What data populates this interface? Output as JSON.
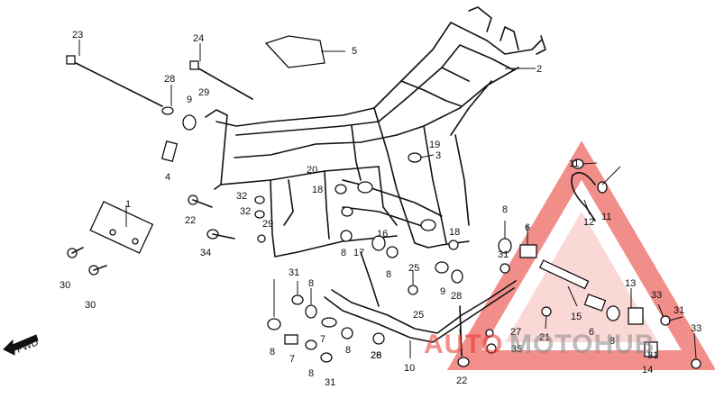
{
  "labels": {
    "p1": "1",
    "p2": "2",
    "p3": "3",
    "p4": "4",
    "p5": "5",
    "p6a": "6",
    "p6b": "6",
    "p7a": "7",
    "p7b": "7",
    "p8a": "8",
    "p8b": "8",
    "p8c": "8",
    "p8d": "8",
    "p8e": "8",
    "p8f": "8",
    "p8g": "8",
    "p8h": "8",
    "p9a": "9",
    "p9b": "9",
    "p10": "10",
    "p11a": "11",
    "p11b": "11",
    "p12": "12",
    "p13": "13",
    "p14": "14",
    "p15": "15",
    "p16": "16",
    "p17": "17",
    "p18a": "18",
    "p18b": "18",
    "p19": "19",
    "p20": "20",
    "p21": "21",
    "p22a": "22",
    "p22b": "22",
    "p23": "23",
    "p24": "24",
    "p25a": "25",
    "p25b": "25",
    "p26": "26",
    "p27": "27",
    "p28a": "28",
    "p28b": "28",
    "p28c": "28",
    "p29a": "29",
    "p29b": "29",
    "p30a": "30",
    "p30b": "30",
    "p31a": "31",
    "p31b": "31",
    "p31c": "31",
    "p31d": "31",
    "p31e": "31",
    "p32a": "32",
    "p32b": "32",
    "p33a": "33",
    "p33b": "33",
    "p34": "34",
    "p35": "35"
  },
  "fwd_label": "FWD",
  "watermark": {
    "left": "AUTO",
    "right": "MOTOHUB",
    "red": "#e8332b",
    "gray": "#8a8a8a"
  }
}
